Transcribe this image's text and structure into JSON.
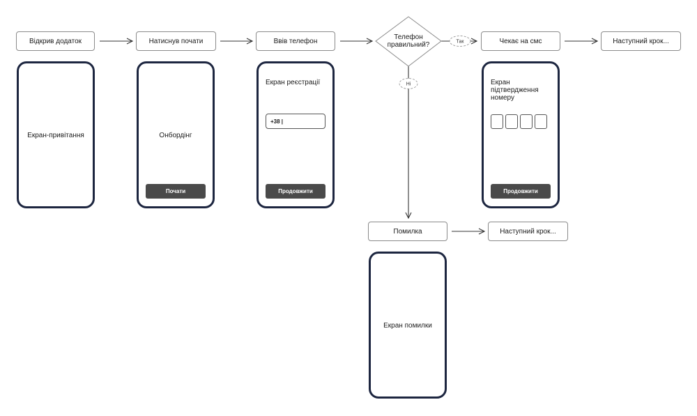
{
  "flow": {
    "steps": {
      "open_app": "Відкрив додаток",
      "pressed_start": "Натиснув почати",
      "entered_phone": "Ввів телефон",
      "waiting_sms": "Чекає на смс",
      "next_step_top": "Наступний крок...",
      "error": "Помилка",
      "next_step_bottom": "Наступний крок..."
    },
    "decision": {
      "line1": "Телефон",
      "line2": "правильний?",
      "yes_label": "Так",
      "no_label": "Ні"
    }
  },
  "screens": {
    "welcome": {
      "label": "Екран-привітання"
    },
    "onboarding": {
      "label": "Онбордінг",
      "button": "Почати"
    },
    "registration": {
      "title": "Екран реєстрації",
      "phone_value": "+38 |",
      "button": "Продовжити"
    },
    "confirmation": {
      "title_line1": "Екран",
      "title_line2": "підтвердження",
      "title_line3": "номеру",
      "button": "Продовжити"
    },
    "error": {
      "label": "Екран помилки"
    }
  },
  "colors": {
    "phone_frame": "#1d2640",
    "button_fill": "#4a4a4a",
    "connector": "#333333"
  }
}
